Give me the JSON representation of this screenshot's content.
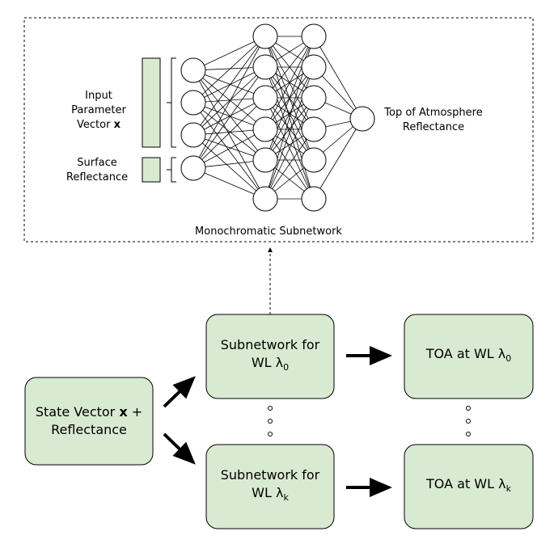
{
  "subnetwork_panel": {
    "caption": "Monochromatic Subnetwork",
    "input_label": {
      "line1": "Input",
      "line2": "Parameter",
      "line3_prefix": "Vector ",
      "line3_bold": "x"
    },
    "surface_label": {
      "line1": "Surface",
      "line2": "Reflectance"
    },
    "output_label": {
      "line1": "Top of Atmosphere",
      "line2": "Reflectance"
    }
  },
  "state_vector": {
    "prefix": "State Vector ",
    "bold": "x",
    "suffix": " +",
    "line2": "Reflectance"
  },
  "subnet_0": {
    "line1": "Subnetwork for",
    "prefix": "WL λ",
    "sub": "0"
  },
  "subnet_k": {
    "line1": "Subnetwork for",
    "prefix": "WL λ",
    "sub": "k"
  },
  "toa_0": {
    "prefix": "TOA at WL λ",
    "sub": "0"
  },
  "toa_k": {
    "prefix": "TOA at WL λ",
    "sub": "k"
  },
  "colors": {
    "box_fill": "#d9ead3",
    "stroke": "#000000"
  }
}
